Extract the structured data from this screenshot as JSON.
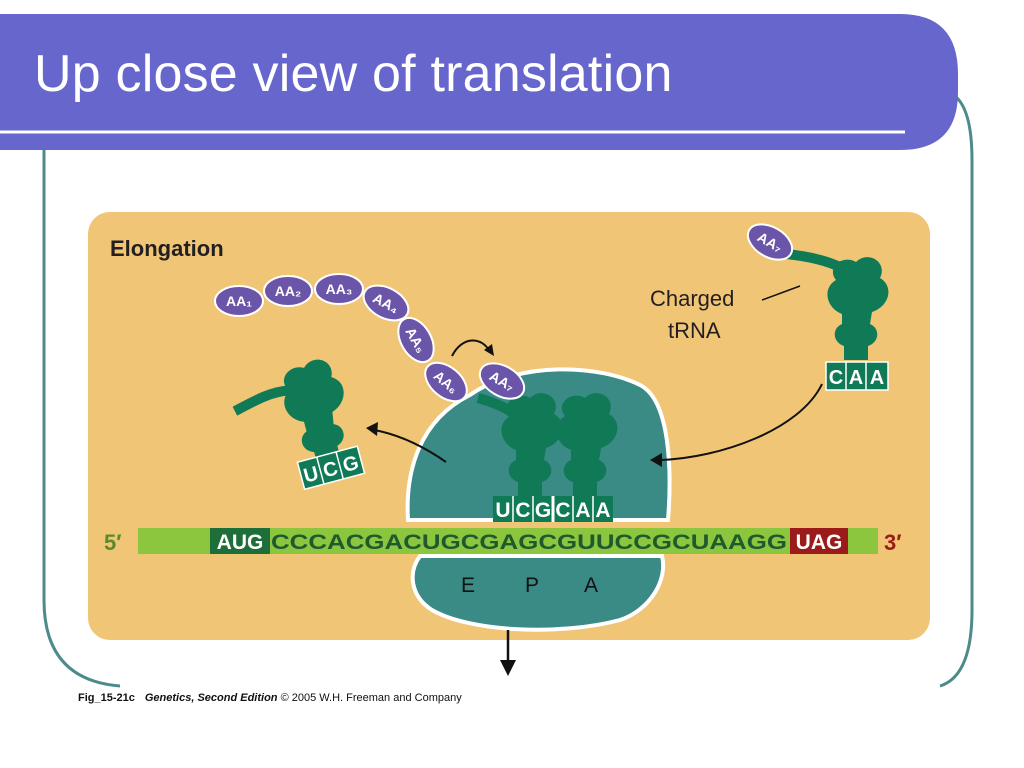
{
  "slide": {
    "title": "Up close view of translation"
  },
  "figure": {
    "panel_title": "Elongation",
    "amino_acids": [
      "AA₁",
      "AA₂",
      "AA₃",
      "AA₄",
      "AA₅",
      "AA₆",
      "AA₇"
    ],
    "incoming_amino_acid": "AA₇",
    "charged_label_line1": "Charged",
    "charged_label_line2": "tRNA",
    "incoming_anticodon": [
      "C",
      "A",
      "A"
    ],
    "exiting_anticodon": [
      "U",
      "C",
      "G"
    ],
    "bound_anticodons": [
      "U",
      "C",
      "G",
      "C",
      "A",
      "A"
    ],
    "five_prime": "5′",
    "three_prime": "3′",
    "mrna_start_codon": "AUG",
    "mrna_middle": "CCCACGACUGCGAGCGUUCCGCUAAGG",
    "mrna_stop_codon": "UAG",
    "site_labels": [
      "E",
      "P",
      "A"
    ]
  },
  "caption": {
    "fig_id": "Fig_15-21c",
    "book_title": "Genetics, Second Edition",
    "credit": " © 2005 W.H. Freeman and Company"
  },
  "colors": {
    "title_bar": "#6666cc",
    "frame_line": "#4d8a8a",
    "panel_bg": "#f0c676",
    "ribosome": "#3a8a86",
    "trna": "#0f7a55",
    "amino_acid": "#6a55a8",
    "mrna_light": "#8cc63f",
    "mrna_dark": "#1e6e3a",
    "stop_codon": "#9b1b1b"
  }
}
